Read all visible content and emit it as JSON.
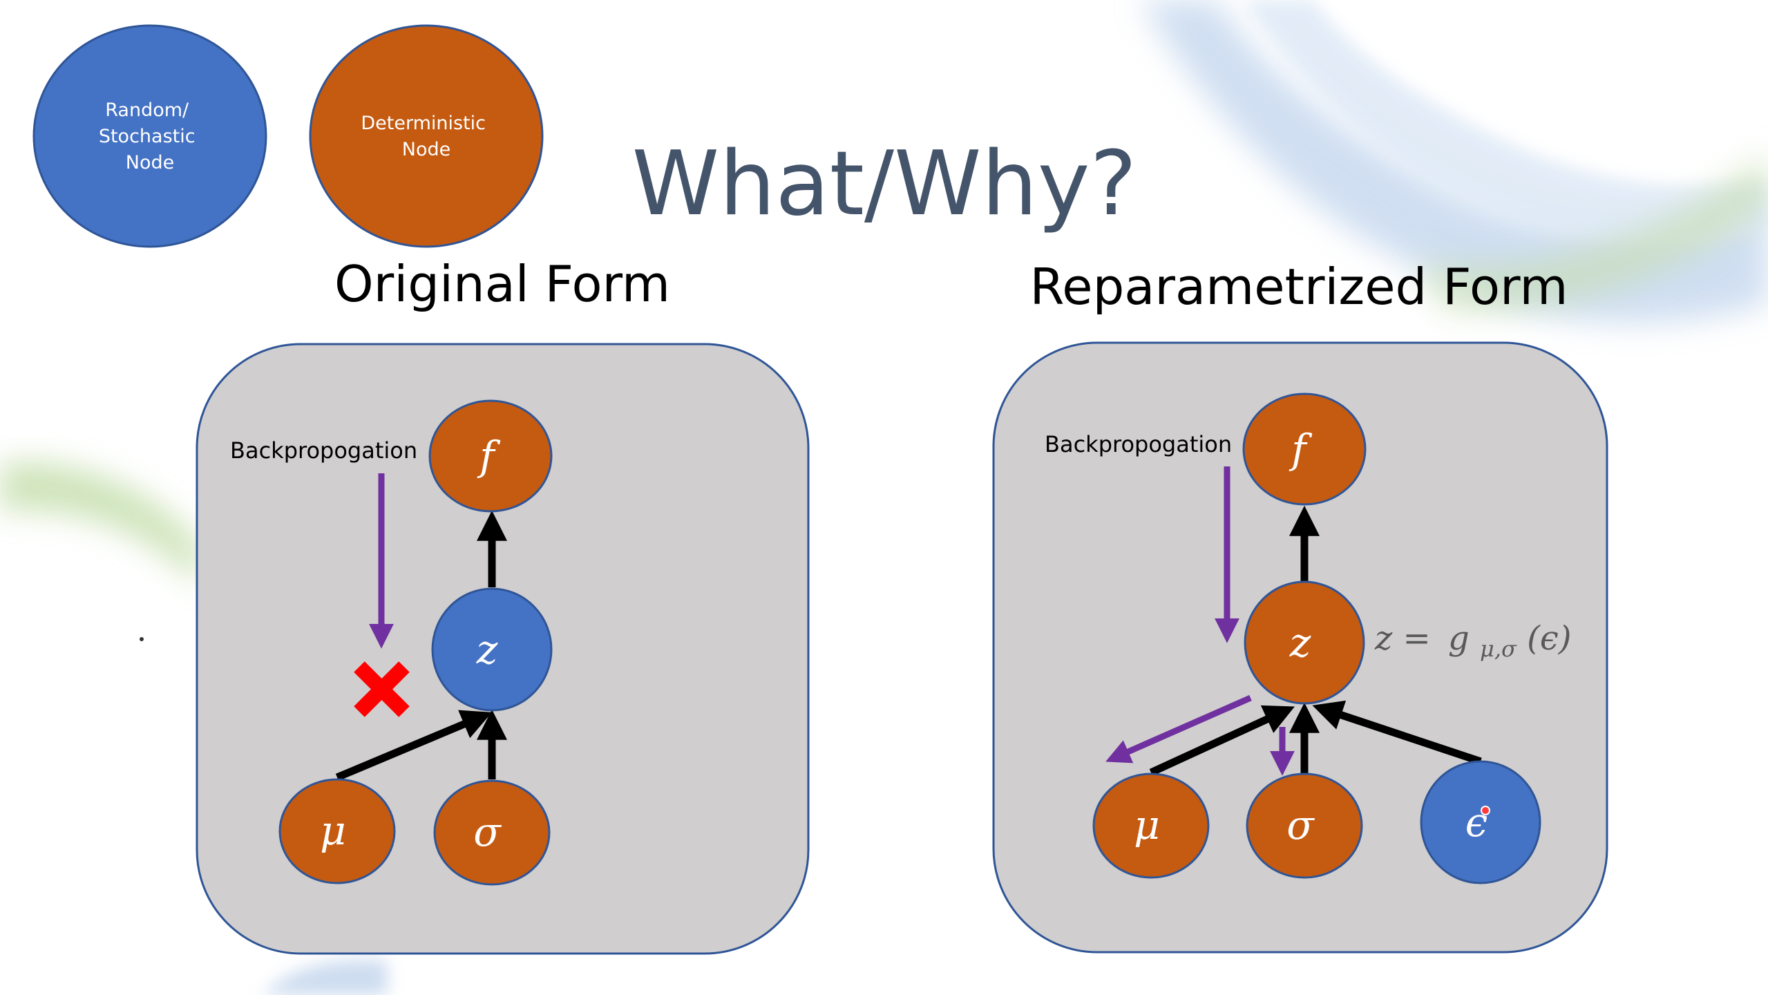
{
  "title": "What/Why?",
  "colors": {
    "stochastic": "#4472c4",
    "deterministic": "#c55a11",
    "panel_fill": "#d0cece",
    "panel_border": "#2f5597",
    "backprop_arrow": "#7030a0",
    "blocked_mark": "#ff0000",
    "edge": "#000000"
  },
  "legend": {
    "random_node": [
      "Random/",
      "Stochastic",
      "Node"
    ],
    "deterministic_node": [
      "Deterministic",
      "Node"
    ]
  },
  "original_form": {
    "heading": "Original Form",
    "backprop_label": "Backpropogation",
    "nodes": {
      "f": "f",
      "z": "z",
      "mu": "μ",
      "sigma": "σ"
    }
  },
  "reparametrized_form": {
    "heading": "Reparametrized Form",
    "backprop_label": "Backpropogation",
    "nodes": {
      "f": "f",
      "z": "z",
      "mu": "μ",
      "sigma": "σ",
      "epsilon": "ϵ"
    },
    "equation": {
      "lhs": "z =",
      "func": "g",
      "subscript": "μ,σ",
      "arg": "(ϵ)"
    }
  }
}
